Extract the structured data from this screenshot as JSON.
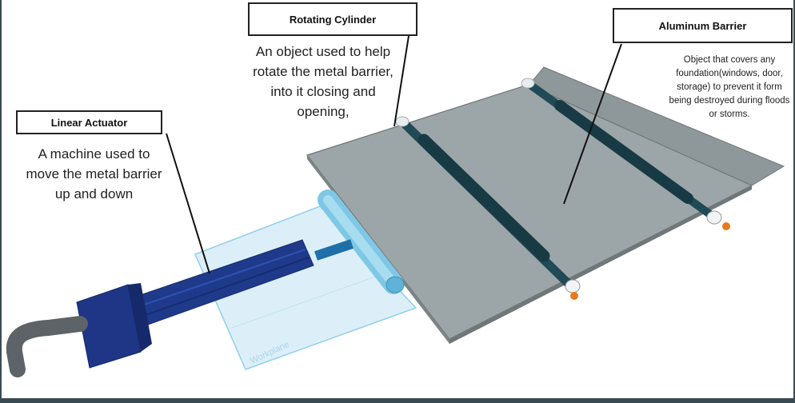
{
  "labels": {
    "rotating_cylinder": {
      "title": "Rotating Cylinder",
      "description": "An object used to help rotate the metal barrier, into it closing and opening,"
    },
    "aluminum_barrier": {
      "title": "Aluminum Barrier",
      "description": "Object that covers any foundation(windows, door, storage) to prevent it form being destroyed during floods or storms."
    },
    "linear_actuator": {
      "title": "Linear Actuator",
      "description": "A machine used to move the metal barrier up and down"
    }
  },
  "workplane": {
    "text": "Workplane"
  },
  "colors": {
    "panel": "#9aa3a5",
    "panel_edge": "#6f7779",
    "rod": "#1f4a56",
    "actuator": "#1f3a8a",
    "workplane_fill": "#d9eef8",
    "workplane_edge": "#8fd0ec",
    "cap": "#e87a1e"
  }
}
